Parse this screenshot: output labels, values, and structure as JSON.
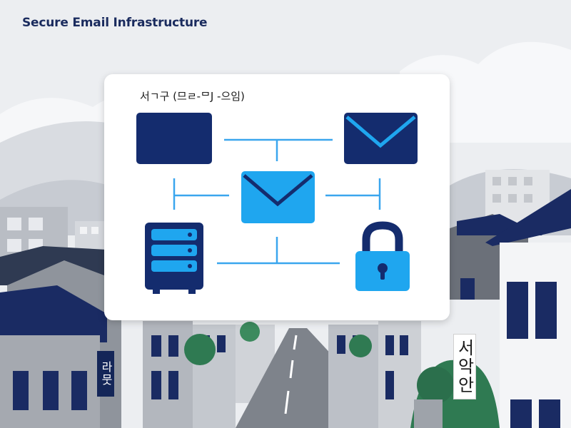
{
  "title": "Secure Email Infrastructure",
  "card": {
    "label": "서ㄱ구 (므ㄹ-ᄆJ -으임)"
  },
  "signs": {
    "left": "라뭇",
    "right": "서악안"
  },
  "colors": {
    "navy": "#142c6e",
    "bright_blue": "#1fa6ef",
    "connector": "#3aa6ee",
    "title": "#1a2b5e"
  },
  "icons": [
    "rectangle-icon",
    "envelope-icon",
    "envelope-icon",
    "server-icon",
    "padlock-icon"
  ]
}
